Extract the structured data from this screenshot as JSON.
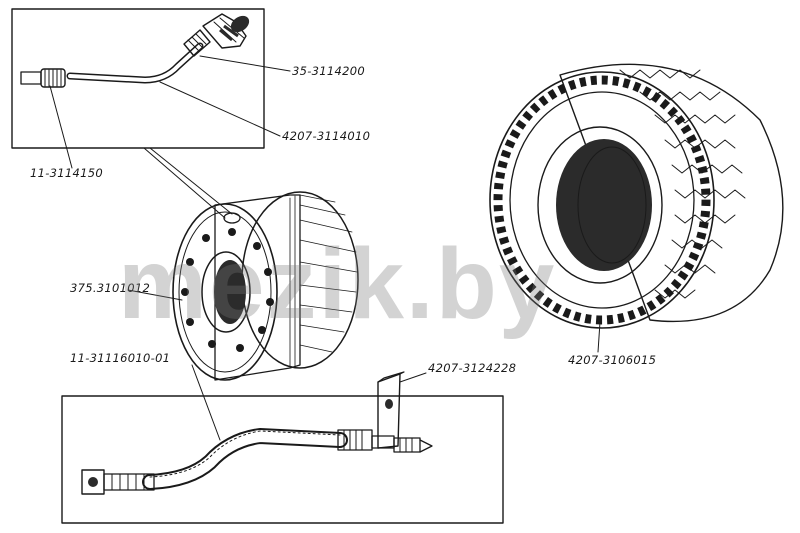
{
  "watermark": "mezik.by",
  "labels": {
    "valve_assembly": "35-3114200",
    "valve_tube": "4207-3114010",
    "valve_cap": "11-3114150",
    "wheel_rim": "375.3101012",
    "extension_hose": "11-31116010-01",
    "hose_bracket": "4207-3124228",
    "tire": "4207-3106015"
  },
  "colors": {
    "ink": "#1a1a1a",
    "paper": "#ffffff",
    "watermark": "#787878"
  }
}
